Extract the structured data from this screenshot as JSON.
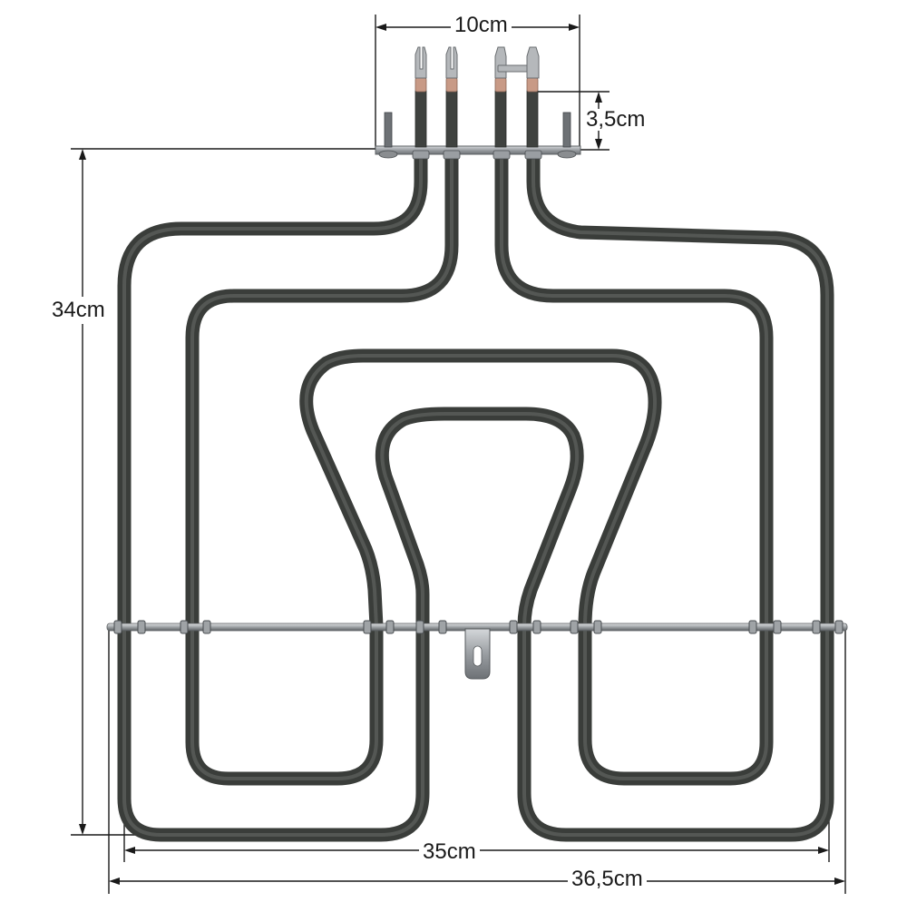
{
  "dimensions": {
    "terminal_width": "10cm",
    "connector_height": "3,5cm",
    "total_height": "34cm",
    "inner_width": "35cm",
    "outer_width": "36,5cm"
  },
  "colors": {
    "background": "#ffffff",
    "dimension_line": "#1a1a1a",
    "element_dark": "#3a3d3a",
    "element_light": "#6a6e69",
    "bracket": "#8a8d90",
    "ceramic": "#c89a86",
    "terminal_metal": "#b5b8bb"
  }
}
